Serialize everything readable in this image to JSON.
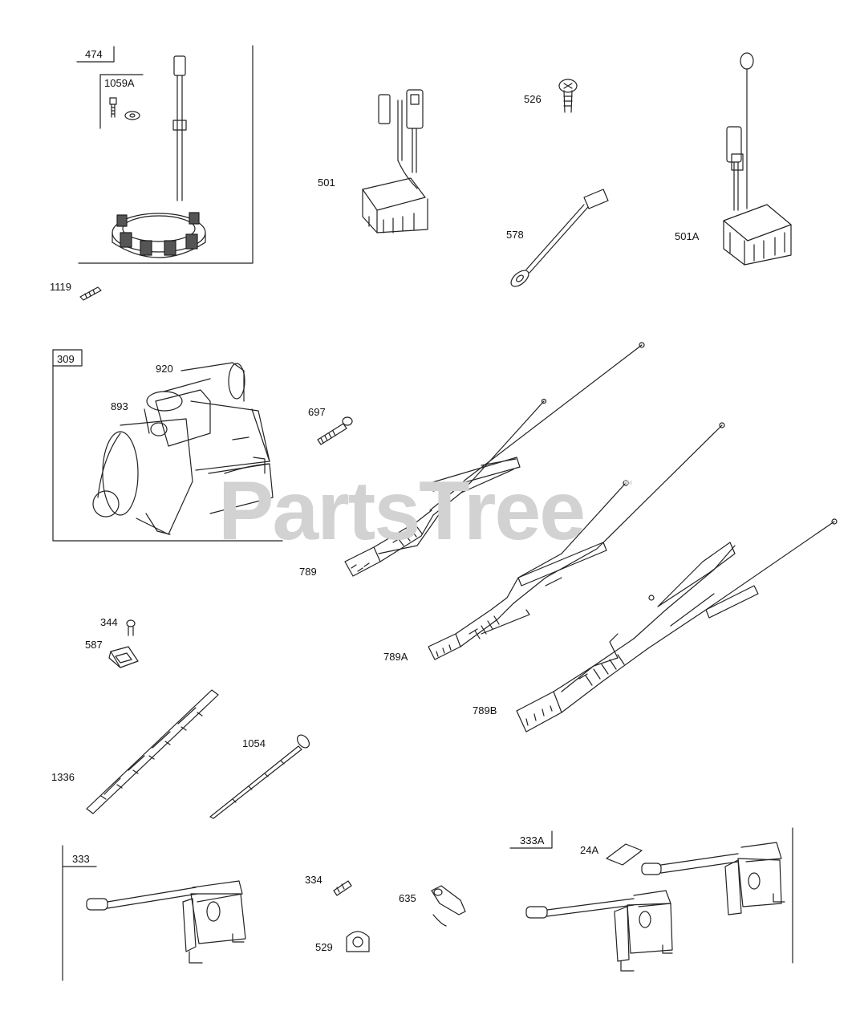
{
  "watermark": {
    "text": "PartsTree",
    "trademark": "™"
  },
  "group_labels": {
    "g474": "474",
    "g1059A": "1059A",
    "g309": "309",
    "g333": "333",
    "g333A": "333A"
  },
  "part_labels": {
    "p1119": "1119",
    "p501": "501",
    "p526": "526",
    "p578": "578",
    "p501A": "501A",
    "p920": "920",
    "p893": "893",
    "p697": "697",
    "p789": "789",
    "p789A": "789A",
    "p789B": "789B",
    "p344": "344",
    "p587": "587",
    "p1054": "1054",
    "p1336": "1336",
    "p334": "334",
    "p635": "635",
    "p529": "529",
    "p24A": "24A"
  }
}
